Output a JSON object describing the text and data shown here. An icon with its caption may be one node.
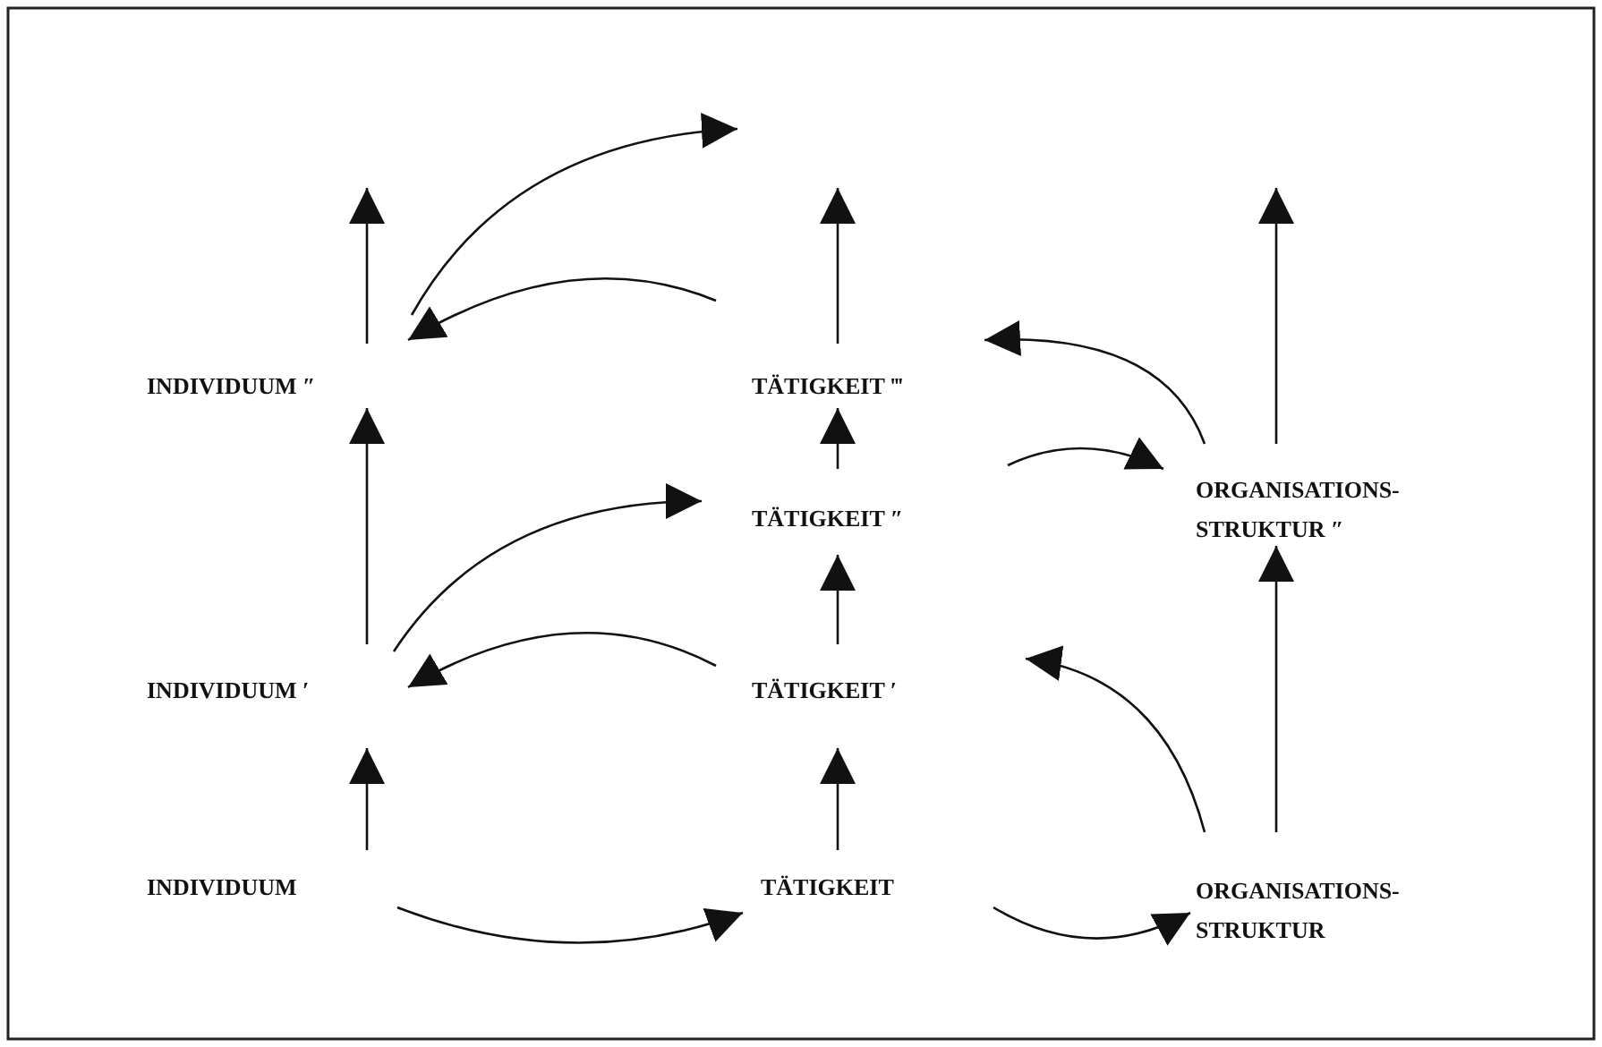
{
  "diagram": {
    "nodes": [
      {
        "text": [
          "INDIVIDUUM ″"
        ]
      },
      {
        "text": [
          "TÄTIGKEIT ‴"
        ]
      },
      {
        "text": [
          "TÄTIGKEIT ″"
        ]
      },
      {
        "text": [
          "ORGANISATIONS- STRUKTUR ″"
        ]
      },
      {
        "text": [
          "INDIVIDUUM ′"
        ]
      },
      {
        "text": [
          "TÄTIGKEIT ′"
        ]
      },
      {
        "text": [
          "INDIVIDUUM"
        ]
      },
      {
        "text": [
          "TÄTIGKEIT"
        ]
      },
      {
        "text": [
          "ORGANISATIONS- STRUKTUR"
        ]
      }
    ],
    "edges": [
      {
        "from": 6,
        "to": 4,
        "arrow": "to"
      },
      {
        "from": 4,
        "to": 0,
        "arrow": "to"
      },
      {
        "from": 0,
        "to": null,
        "arrow": "to"
      },
      {
        "from": 7,
        "to": 5,
        "arrow": "to"
      },
      {
        "from": 5,
        "to": 2,
        "arrow": "to"
      },
      {
        "from": 2,
        "to": 1,
        "arrow": "to"
      },
      {
        "from": 1,
        "to": null,
        "arrow": "to"
      },
      {
        "from": 8,
        "to": 3,
        "arrow": "to"
      },
      {
        "from": 3,
        "to": null,
        "arrow": "to"
      },
      {
        "from": 6,
        "to": 7,
        "arrow": "to"
      },
      {
        "from": 7,
        "to": 8,
        "arrow": "to"
      },
      {
        "from": 8,
        "to": 5,
        "arrow": "to"
      },
      {
        "from": 5,
        "to": 4,
        "arrow": "to"
      },
      {
        "from": 4,
        "to": 2,
        "arrow": "to"
      },
      {
        "from": 2,
        "to": 3,
        "arrow": "to"
      },
      {
        "from": 3,
        "to": 1,
        "arrow": "to"
      },
      {
        "from": 1,
        "to": 0,
        "arrow": "to"
      },
      {
        "from": 0,
        "to": null,
        "arrow": "to"
      }
    ]
  }
}
